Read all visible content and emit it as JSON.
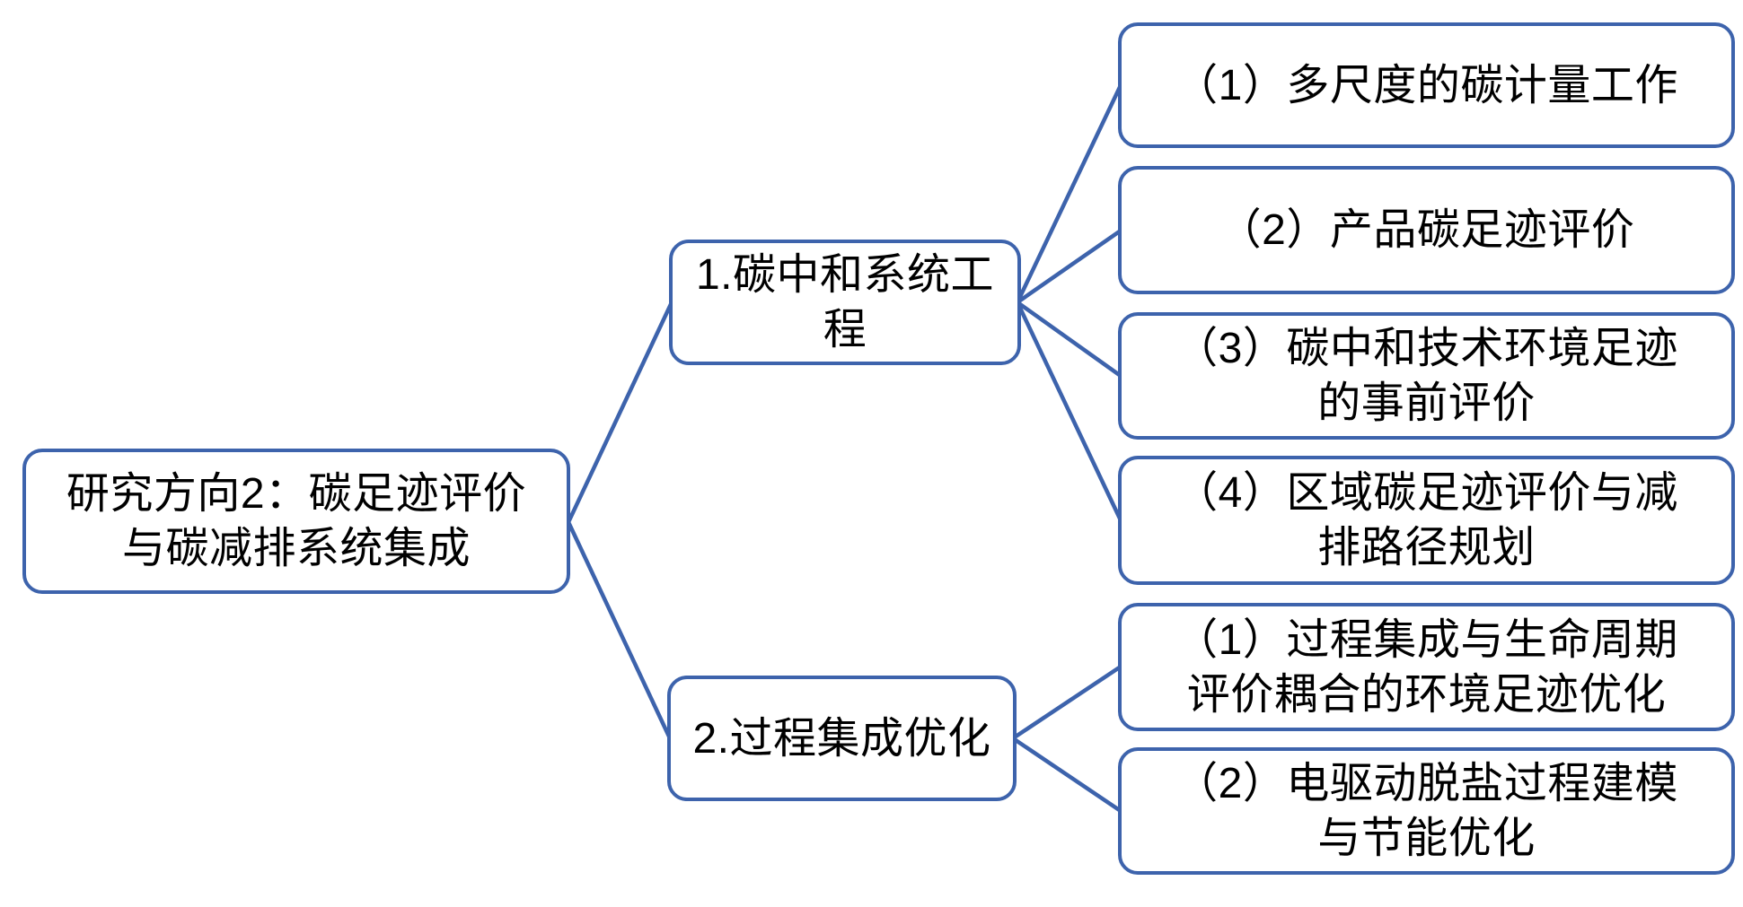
{
  "colors": {
    "accent": "#3D63AC",
    "node_fill": "#FFFFFF",
    "text": "#000000",
    "background": "#FFFFFF"
  },
  "nodes": {
    "root": {
      "lines": [
        "研究方向2：碳足迹评价",
        "与碳减排系统集成"
      ]
    },
    "branch1": {
      "lines": [
        "1.碳中和系统工",
        "程"
      ]
    },
    "branch2": {
      "lines": [
        "2.过程集成优化"
      ]
    },
    "leaf1": {
      "lines": [
        "（1）多尺度的碳计量工作"
      ]
    },
    "leaf2": {
      "lines": [
        "（2）产品碳足迹评价"
      ]
    },
    "leaf3": {
      "lines": [
        "（3）碳中和技术环境足迹",
        "的事前评价"
      ]
    },
    "leaf4": {
      "lines": [
        "（4）区域碳足迹评价与减",
        "排路径规划"
      ]
    },
    "leaf5": {
      "lines": [
        "（1）过程集成与生命周期",
        "评价耦合的环境足迹优化"
      ]
    },
    "leaf6": {
      "lines": [
        "（2）电驱动脱盐过程建模",
        "与节能优化"
      ]
    }
  },
  "edges": [
    [
      "root",
      "branch1"
    ],
    [
      "root",
      "branch2"
    ],
    [
      "branch1",
      "leaf1"
    ],
    [
      "branch1",
      "leaf2"
    ],
    [
      "branch1",
      "leaf3"
    ],
    [
      "branch1",
      "leaf4"
    ],
    [
      "branch2",
      "leaf5"
    ],
    [
      "branch2",
      "leaf6"
    ]
  ]
}
